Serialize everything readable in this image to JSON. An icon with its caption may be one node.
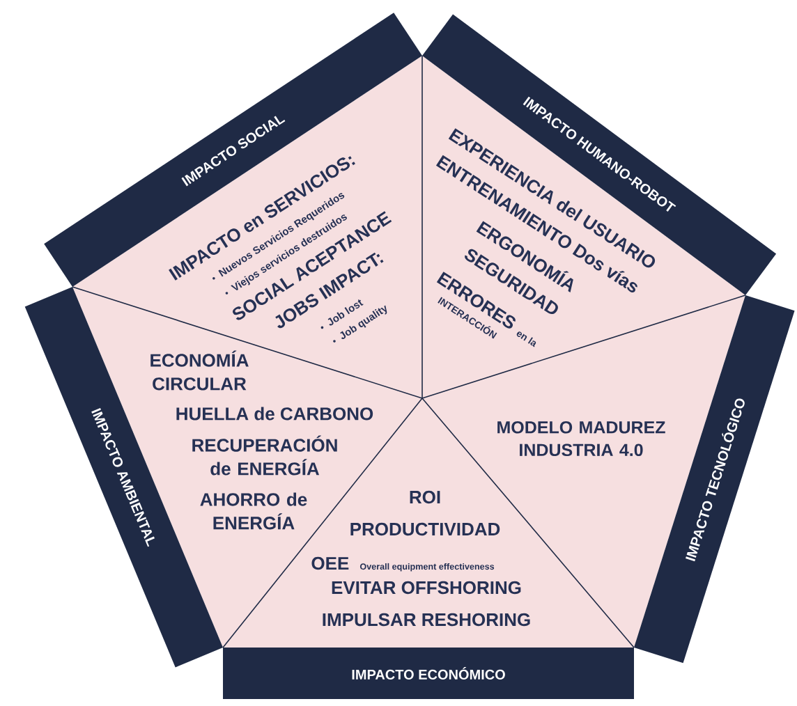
{
  "diagram": {
    "nodes": [
      {
        "text": [
          "IMPACTO SOCIAL",
          "IMPACTO en SERVICIOS:",
          "Nuevos Servicios Requeridos",
          "Viejos servicios destruidos",
          "SOCIAL ACEPTANCE",
          "JOBS IMPACT:",
          "Job lost",
          "Job quality"
        ]
      },
      {
        "text": [
          "IMPACTO HUMANO-ROBOT",
          "EXPERIENCIA del USUARIO",
          "ENTRENAMIENTO Dos vías",
          "ERGONOMÍA",
          "SEGURIDAD",
          "ERRORES",
          "en la",
          "INTERACCIÓN"
        ]
      },
      {
        "text": [
          "IMPACTO AMBIENTAL",
          "ECONOMÍA CIRCULAR",
          "HUELLA de CARBONO",
          "RECUPERACIÓN de ENERGÍA",
          "AHORRO de ENERGÍA"
        ]
      },
      {
        "text": [
          "IMPACTO TECNOLÓGICO",
          "MODELO MADUREZ INDUSTRIA 4.0"
        ]
      },
      {
        "text": [
          "IMPACTO ECONÓMICO",
          "ROI",
          "PRODUCTIVIDAD",
          "OEE",
          "Overall equipment effectiveness",
          "EVITAR OFFSHORING",
          "IMPULSAR RESHORING"
        ]
      }
    ]
  }
}
